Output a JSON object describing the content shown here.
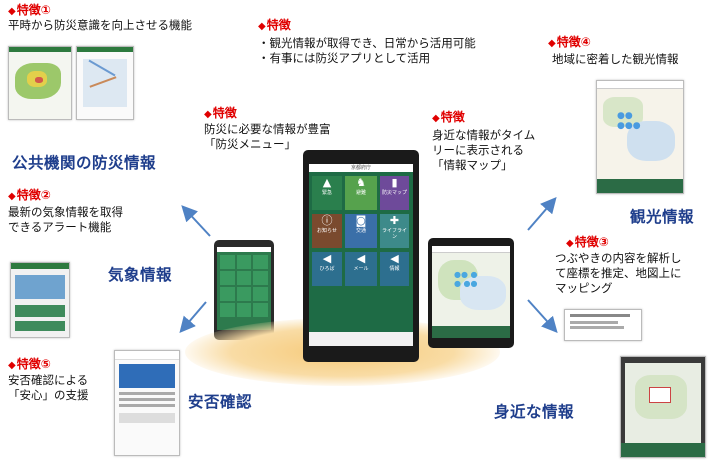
{
  "features": {
    "f1": {
      "title": "特徴①",
      "desc": [
        "平時から防災意識を向上させる機能"
      ]
    },
    "f2": {
      "title": "特徴②",
      "desc": [
        "最新の気象情報を取得",
        "できるアラート機能"
      ]
    },
    "f3": {
      "title": "特徴③",
      "desc": [
        "つぶやきの内容を解析し",
        "て座標を推定、地図上に",
        "マッピング"
      ]
    },
    "f4": {
      "title": "特徴④",
      "desc": [
        "地域に密着した観光情報"
      ]
    },
    "f5": {
      "title": "特徴⑤",
      "desc": [
        "安否確認による",
        "「安心」の支援"
      ]
    },
    "top": {
      "title": "特徴",
      "desc": [
        "・観光情報が取得でき、日常から活用可能",
        "・有事には防災アプリとして活用"
      ]
    },
    "menu": {
      "title": "特徴",
      "desc": [
        "防災に必要な情報が豊富",
        "「防災メニュー」"
      ]
    },
    "map": {
      "title": "特徴",
      "desc": [
        "身近な情報がタイム",
        "リーに表示される",
        "「情報マップ」"
      ]
    }
  },
  "categories": {
    "disaster": "公共機関の防災情報",
    "weather": "気象情報",
    "safety": "安否確認",
    "tourism": "観光情報",
    "local": "身近な情報"
  },
  "center_app": {
    "header": "京都府庁",
    "tiles": [
      {
        "label": "緊急",
        "icon": "alert-icon"
      },
      {
        "label": "避難",
        "icon": "evacuation-icon"
      },
      {
        "label": "防災マップ",
        "icon": "book-icon"
      },
      {
        "label": "お知らせ",
        "icon": "info-icon"
      },
      {
        "label": "交通",
        "icon": "car-icon"
      },
      {
        "label": "ライフライン",
        "icon": "lifeline-icon"
      },
      {
        "label": "ひろば",
        "icon": "megaphone-icon"
      },
      {
        "label": "メール",
        "icon": "megaphone-icon"
      },
      {
        "label": "情報",
        "icon": "megaphone-icon"
      }
    ]
  },
  "colors": {
    "feature_red": "#e00000",
    "category_blue": "#1f3e8c",
    "arrow_blue": "#4f82c4",
    "app_green": "#1e6b45"
  }
}
